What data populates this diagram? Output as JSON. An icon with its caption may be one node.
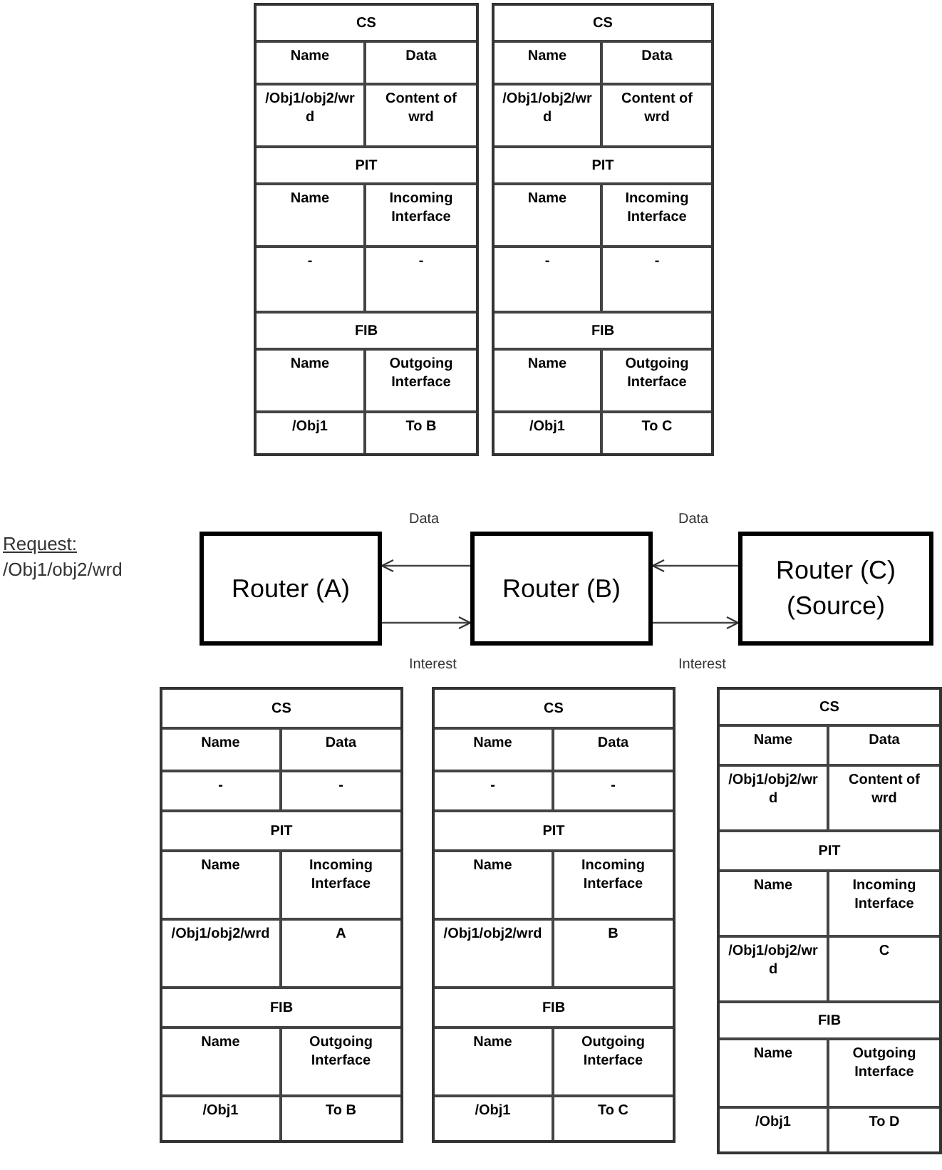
{
  "diagram": {
    "nodes": [
      {
        "text": [
          "Router (A)"
        ]
      },
      {
        "text": [
          "Router (B)"
        ]
      },
      {
        "text": [
          "Router (C) (Source)"
        ]
      }
    ],
    "edges": [
      {
        "from": 1,
        "to": 0,
        "arrow": "to",
        "label": "Data"
      },
      {
        "from": 0,
        "to": 1,
        "arrow": "to",
        "label": "Interest"
      },
      {
        "from": 2,
        "to": 1,
        "arrow": "to",
        "label": "Data"
      },
      {
        "from": 1,
        "to": 2,
        "arrow": "to",
        "label": "Interest"
      }
    ],
    "labels": [
      "CS",
      "Name",
      "Data",
      "/Obj1/obj2/wrd",
      "Content of wrd",
      "PIT",
      "Name",
      "Incoming Interface",
      "-",
      "-",
      "FIB",
      "Name",
      "Outgoing Interface",
      "/Obj1",
      "To B",
      "CS",
      "Name",
      "Data",
      "/Obj1/obj2/wrd",
      "Content of wrd",
      "PIT",
      "Name",
      "Incoming Interface",
      "-",
      "-",
      "FIB",
      "Name",
      "Outgoing Interface",
      "/Obj1",
      "To C",
      "Request:",
      "/Obj1/obj2/wrd",
      "CS",
      "Name",
      "Data",
      "-",
      "-",
      "PIT",
      "Name",
      "Incoming Interface",
      "/Obj1/obj2/wrd",
      "A",
      "FIB",
      "Name",
      "Outgoing Interface",
      "/Obj1",
      "To B",
      "CS",
      "Name",
      "Data",
      "-",
      "-",
      "PIT",
      "Name",
      "Incoming Interface",
      "/Obj1/obj2/wrd",
      "B",
      "FIB",
      "Name",
      "Outgoing Interface",
      "/Obj1",
      "To C",
      "CS",
      "Name",
      "Data",
      "/Obj1/obj2/wrd",
      "Content of wrd",
      "PIT",
      "Name",
      "Incoming Interface",
      "/Obj1/obj2/wrd",
      "C",
      "FIB",
      "Name",
      "Outgoing Interface",
      "/Obj1",
      "To D"
    ]
  }
}
